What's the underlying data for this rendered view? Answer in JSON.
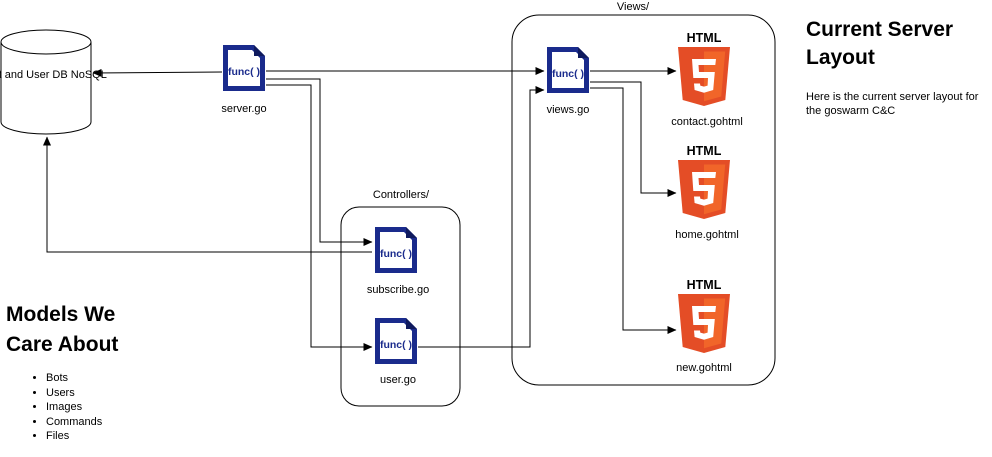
{
  "title": "Current Server Layout",
  "description": "Here is the current server layout for the goswarm C&C",
  "database": {
    "label": "Bot and User DB NoSQL"
  },
  "groups": {
    "views": "Views/",
    "controllers": "Controllers/"
  },
  "go_files": {
    "server": {
      "icon_text": "func( )",
      "label": "server.go"
    },
    "views": {
      "icon_text": "func( )",
      "label": "views.go"
    },
    "subscribe": {
      "icon_text": "func( )",
      "label": "subscribe.go"
    },
    "user": {
      "icon_text": "func( )",
      "label": "user.go"
    }
  },
  "templates": {
    "contact": {
      "badge": "HTML",
      "glyph": "5",
      "label": "contact.gohtml"
    },
    "home": {
      "badge": "HTML",
      "glyph": "5",
      "label": "home.gohtml"
    },
    "new": {
      "badge": "HTML",
      "glyph": "5",
      "label": "new.gohtml"
    }
  },
  "models": {
    "heading": "Models We Care About",
    "items": [
      "Bots",
      "Users",
      "Images",
      "Commands",
      "Files"
    ]
  },
  "colors": {
    "go_icon_blue": "#1a2b8c",
    "html5_orange": "#e44d26",
    "html5_light": "#f16529",
    "stroke": "#000000"
  }
}
